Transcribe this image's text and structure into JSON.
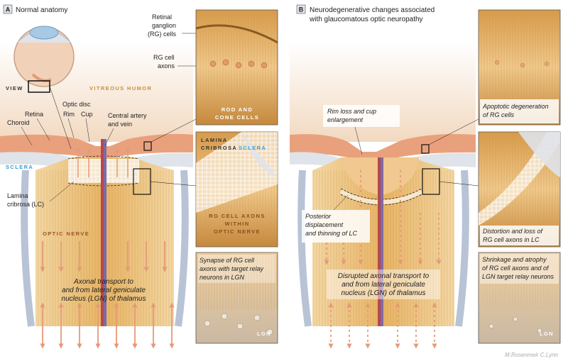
{
  "panels": {
    "a": {
      "letter": "A",
      "title": "Normal anatomy",
      "labels": {
        "view": "VIEW",
        "vitreous_humor": "VITREOUS HUMOR",
        "optic_disc": "Optic disc",
        "rim": "Rim",
        "cup": "Cup",
        "retina": "Retina",
        "choroid": "Choroid",
        "central_artery_1": "Central artery",
        "central_artery_2": "and vein",
        "sclera_left": "SCLERA",
        "sclera_inset": "SCLERA",
        "lc_1": "Lamina",
        "lc_2": "cribrosa (LC)",
        "optic_nerve": "OPTIC NERVE",
        "transport_1": "Axonal transport to",
        "transport_2": "and from lateral geniculate",
        "transport_3": "nucleus (LGN) of thalamus",
        "rg_1": "Retinal",
        "rg_2": "ganglion",
        "rg_3": "(RG) cells",
        "rg_axons_1": "RG cell",
        "rg_axons_2": "axons",
        "rod_1": "ROD AND",
        "rod_2": "CONE CELLS",
        "inset_lc_1": "LAMINA",
        "inset_lc_2": "CRIBROSA",
        "inset_axons_1": "RG CELL AXONS",
        "inset_axons_2": "WITHIN",
        "inset_axons_3": "OPTIC NERVE",
        "synapse_1": "Synapse of RG cell",
        "synapse_2": "axons with target relay",
        "synapse_3": "neurons in LGN",
        "lgn": "LGN"
      }
    },
    "b": {
      "letter": "B",
      "title_1": "Neurodegenerative changes associated",
      "title_2": "with glaucomatous optic neuropathy",
      "labels": {
        "rim_loss_1": "Rim loss and cup",
        "rim_loss_2": "enlargement",
        "apoptotic_1": "Apoptotic degeneration",
        "apoptotic_2": "of RG cells",
        "posterior_1": "Posterior",
        "posterior_2": "displacement",
        "posterior_3": "and thinning of LC",
        "distortion_1": "Distortion and loss of",
        "distortion_2": "RG cell axons in LC",
        "disrupted_1": "Disrupted axonal transport to",
        "disrupted_2": "and from lateral geniculate",
        "disrupted_3": "nucleus (LGN) of thalamus",
        "shrinkage_1": "Shrinkage and atrophy",
        "shrinkage_2": "of RG cell axons and of",
        "shrinkage_3": "LGN target relay neurons",
        "lgn": "LGN"
      }
    }
  },
  "signature": "M.Rosenmeir C.Lynn",
  "colors": {
    "nerve": "#e8b56a",
    "nerve_dark": "#c98f3e",
    "sclera": "#dfe3ea",
    "arrow": "#e59a76",
    "accent_blue": "#3aa0cf"
  }
}
